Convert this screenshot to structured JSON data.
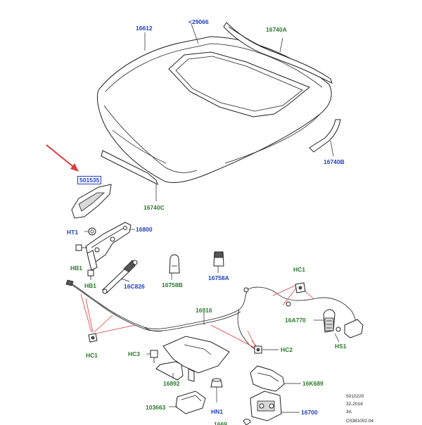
{
  "labels": {
    "hood": "16612",
    "hood_insulator": "<29066",
    "seal_top": "16740A",
    "seal_right": "16740B",
    "seal_front": "16740C",
    "latch_selected": "501535",
    "ht1": "HT1",
    "hinge": "16800",
    "hb1_upper": "HB1",
    "hb1_lower": "HB1",
    "strut": "16C826",
    "bumper": "16758B",
    "bumper_a": "16758A",
    "hc1_right": "HC1",
    "cable": "16916",
    "handle": "16A770",
    "hs1": "HS1",
    "hc1_left": "HC1",
    "hc3": "HC3",
    "hc2": "HC2",
    "bracket": "16892",
    "shield": "16K689",
    "bracket_small": "103663",
    "hn1": "HN1",
    "latch": "16700",
    "bottom_cut": "1669"
  },
  "reference": {
    "line1": "5010220",
    "line2": "32-2018",
    "line3": "3A",
    "line4": "C0381002.04"
  },
  "colors": {
    "part_number": "#1f3fbf",
    "fastener_code": "#2a7a2a",
    "pointer_arrow": "#e03b3b",
    "leader_red": "#e03b3b"
  }
}
